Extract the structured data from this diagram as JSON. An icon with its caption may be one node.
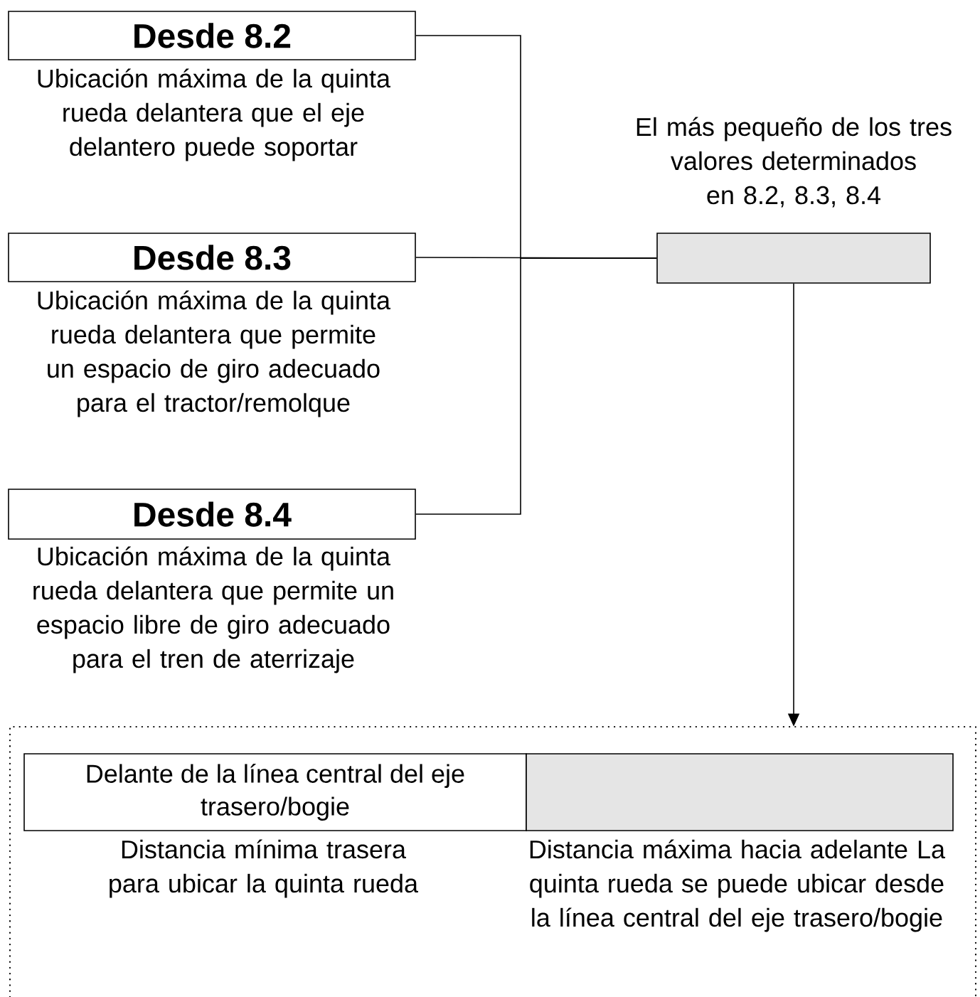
{
  "diagram": {
    "nodes": [
      {
        "text": [
          "Desde 8.2"
        ],
        "beside": [
          "Ubicación máxima de la quinta rueda delantera que el eje delantero puede soportar"
        ]
      },
      {
        "text": [
          "Desde 8.3"
        ],
        "beside": [
          "Ubicación máxima de la quinta rueda delantera que permite un espacio de giro adecuado para el tractor/remolque"
        ]
      },
      {
        "text": [
          "Desde 8.4"
        ],
        "beside": [
          "Ubicación máxima de la quinta rueda delantera que permite un espacio libre de giro adecuado para el tren de aterrizaje"
        ]
      },
      {
        "text": [],
        "shape": "box",
        "beside": [
          "El más pequeño de los tres valores determinados en 8.2, 8.3, 8.4"
        ]
      },
      {
        "text": [],
        "shape": "box"
      },
      {
        "text": [
          "Delante de la línea central del eje trasero/bogie"
        ],
        "in": 4,
        "beside": [
          "Distancia mínima trasera para ubicar la quinta rueda"
        ]
      },
      {
        "text": [],
        "shape": "box",
        "in": 4,
        "beside": [
          "Distancia máxima hacia adelante La quinta rueda se puede ubicar desde la línea central del eje trasero/bogie"
        ]
      }
    ],
    "edges": [
      {
        "from": 0,
        "to": 3,
        "arrow": "none"
      },
      {
        "from": 1,
        "to": 3,
        "arrow": "none"
      },
      {
        "from": 2,
        "to": 3,
        "arrow": "none"
      },
      {
        "from": 3,
        "to": 4,
        "arrow": "to"
      }
    ]
  }
}
